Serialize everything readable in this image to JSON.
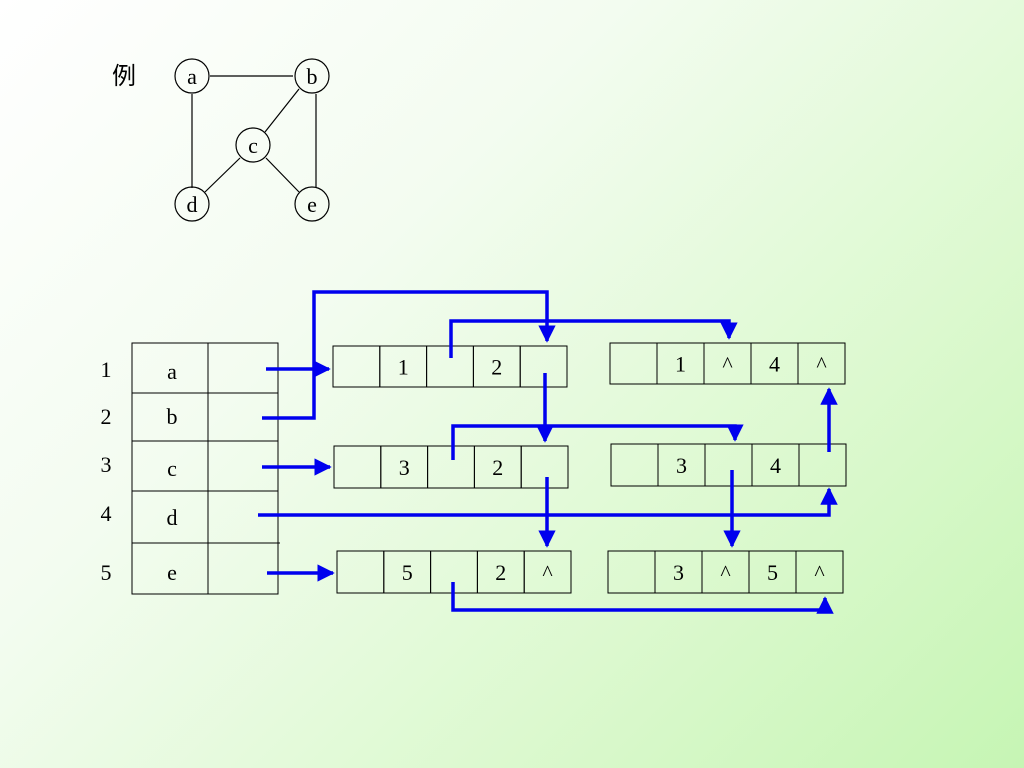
{
  "example_label": "例",
  "graph": {
    "vertices": [
      {
        "id": "a",
        "label": "a"
      },
      {
        "id": "b",
        "label": "b"
      },
      {
        "id": "c",
        "label": "c"
      },
      {
        "id": "d",
        "label": "d"
      },
      {
        "id": "e",
        "label": "e"
      }
    ],
    "edges": [
      [
        "a",
        "b"
      ],
      [
        "a",
        "d"
      ],
      [
        "b",
        "c"
      ],
      [
        "b",
        "e"
      ],
      [
        "c",
        "d"
      ],
      [
        "c",
        "e"
      ]
    ]
  },
  "vertex_table": {
    "rows": [
      {
        "index": "1",
        "vertex": "a"
      },
      {
        "index": "2",
        "vertex": "b"
      },
      {
        "index": "3",
        "vertex": "c"
      },
      {
        "index": "4",
        "vertex": "d"
      },
      {
        "index": "5",
        "vertex": "e"
      }
    ]
  },
  "edge_nodes": [
    {
      "id": "n1",
      "cells": [
        "",
        "1",
        "",
        "2",
        ""
      ]
    },
    {
      "id": "n2",
      "cells": [
        "",
        "1",
        "^",
        "4",
        "^"
      ]
    },
    {
      "id": "n3",
      "cells": [
        "",
        "3",
        "",
        "2",
        ""
      ]
    },
    {
      "id": "n4",
      "cells": [
        "",
        "3",
        "",
        "4",
        ""
      ]
    },
    {
      "id": "n5",
      "cells": [
        "",
        "5",
        "",
        "2",
        "^"
      ]
    },
    {
      "id": "n6",
      "cells": [
        "",
        "3",
        "^",
        "5",
        "^"
      ]
    }
  ],
  "colors": {
    "arrow": "#0000ee",
    "line": "#000000"
  }
}
